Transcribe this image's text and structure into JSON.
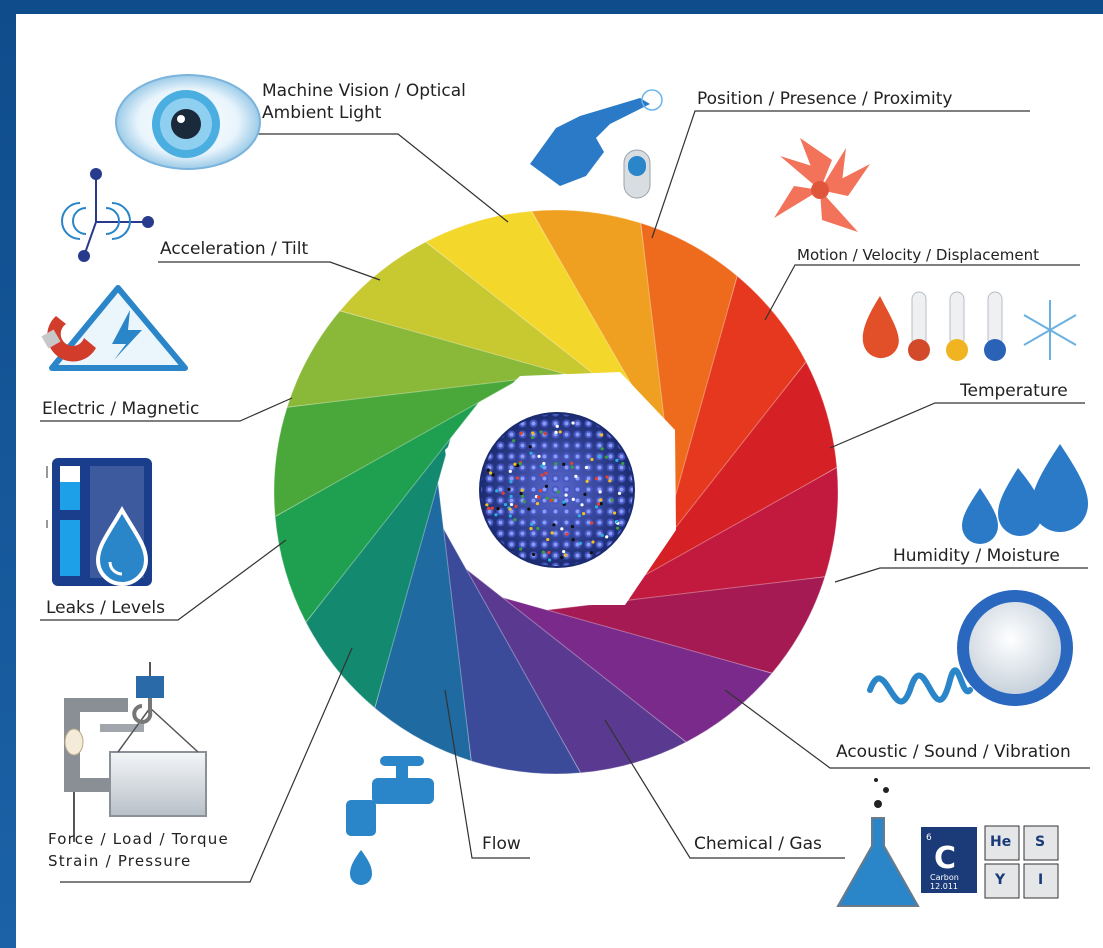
{
  "labels": {
    "machine_vision": "Machine Vision / Optical\nAmbient Light",
    "position": "Position / Presence / Proximity",
    "acceleration": "Acceleration / Tilt",
    "motion": "Motion / Velocity / Displacement",
    "temperature": "Temperature",
    "electric": "Electric / Magnetic",
    "humidity": "Humidity / Moisture",
    "leaks": "Leaks / Levels",
    "acoustic": "Acoustic / Sound / Vibration",
    "force": "Force / Load / Torque\nStrain / Pressure",
    "flow": "Flow",
    "chemical": "Chemical / Gas"
  },
  "element_tile": {
    "symbol": "C",
    "number": "6",
    "name": "Carbon",
    "mass": "12.011",
    "small_tiles": [
      "He",
      "S",
      "Y",
      "I"
    ]
  },
  "colors": {
    "frame": "#1a5a98",
    "leader": "#333333",
    "aperture_blades": [
      "#f0a020",
      "#ee6a1c",
      "#e6381e",
      "#d52026",
      "#c21a3e",
      "#a51a52",
      "#7a2a8a",
      "#5a3a90",
      "#3c4a9a",
      "#1f6aa0",
      "#138a70",
      "#1fa050",
      "#4aa83a",
      "#8ab838",
      "#c8c830",
      "#f3d72a"
    ],
    "icons": "#2a86c8"
  }
}
